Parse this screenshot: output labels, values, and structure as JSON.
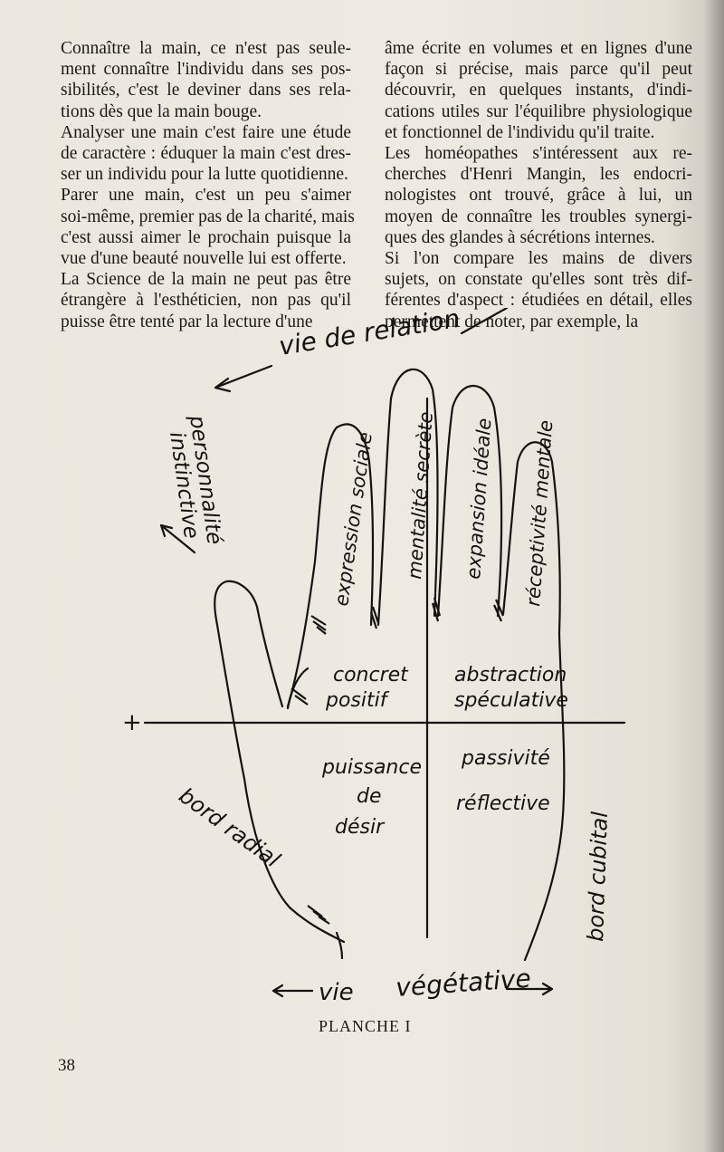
{
  "text": {
    "left_lines": [
      "Connaître la main, ce n'est pas seule-",
      "ment connaître l'individu dans ses pos-",
      "sibilités, c'est le deviner dans ses rela-",
      "tions dès que la main bouge.",
      "Analyser une main c'est faire une étude",
      "de caractère : éduquer la main c'est dres-",
      "ser un individu pour la lutte quotidienne.",
      "Parer une main, c'est un peu s'aimer",
      "soi-même, premier pas de la charité, mais",
      "c'est aussi aimer le prochain puisque la",
      "vue d'une beauté nouvelle lui est offerte.",
      "La Science de la main ne peut pas être",
      "étrangère à l'esthéticien, non pas qu'il",
      "puisse être tenté par la lecture d'une"
    ],
    "right_lines": [
      "âme écrite en volumes et en lignes d'une",
      "façon si précise, mais parce qu'il peut",
      "découvrir, en quelques instants, d'indi-",
      "cations utiles sur l'équilibre physiologique",
      "et fonctionnel de l'individu qu'il traite.",
      "Les homéopathes s'intéressent aux re-",
      "cherches d'Henri Mangin, les endocri-",
      "nologistes ont trouvé, grâce à lui, un",
      "moyen de connaître les troubles synergi-",
      "ques des glandes à sécrétions internes.",
      "Si l'on compare les mains de divers",
      "sujets, on constate qu'elles sont très dif-",
      "férentes d'aspect : étudiées en détail, elles",
      "permettent de noter, par exemple, la"
    ]
  },
  "diagram": {
    "labels": {
      "top": "vie de relation",
      "bottom_left": "vie",
      "bottom_right": "végétative",
      "personality_1": "personnalité",
      "personality_2": "instinctive",
      "finger_1": "expression sociale",
      "finger_2": "mentalité secrète",
      "finger_3": "expansion idéale",
      "finger_4": "réceptivité mentale",
      "q_top_left_1": "concret",
      "q_top_left_2": "positif",
      "q_top_right_1": "abstraction",
      "q_top_right_2": "spéculative",
      "q_bottom_left_1": "puissance",
      "q_bottom_left_2": "de",
      "q_bottom_left_3": "désir",
      "q_bottom_right_1": "passivité",
      "q_bottom_right_2": "réflective",
      "bord_radial": "bord radial",
      "bord_cubital": "bord cubital",
      "plus_sign": "+"
    },
    "ink_color": "#151311"
  },
  "caption": "PLANCHE I",
  "page_number": "38"
}
